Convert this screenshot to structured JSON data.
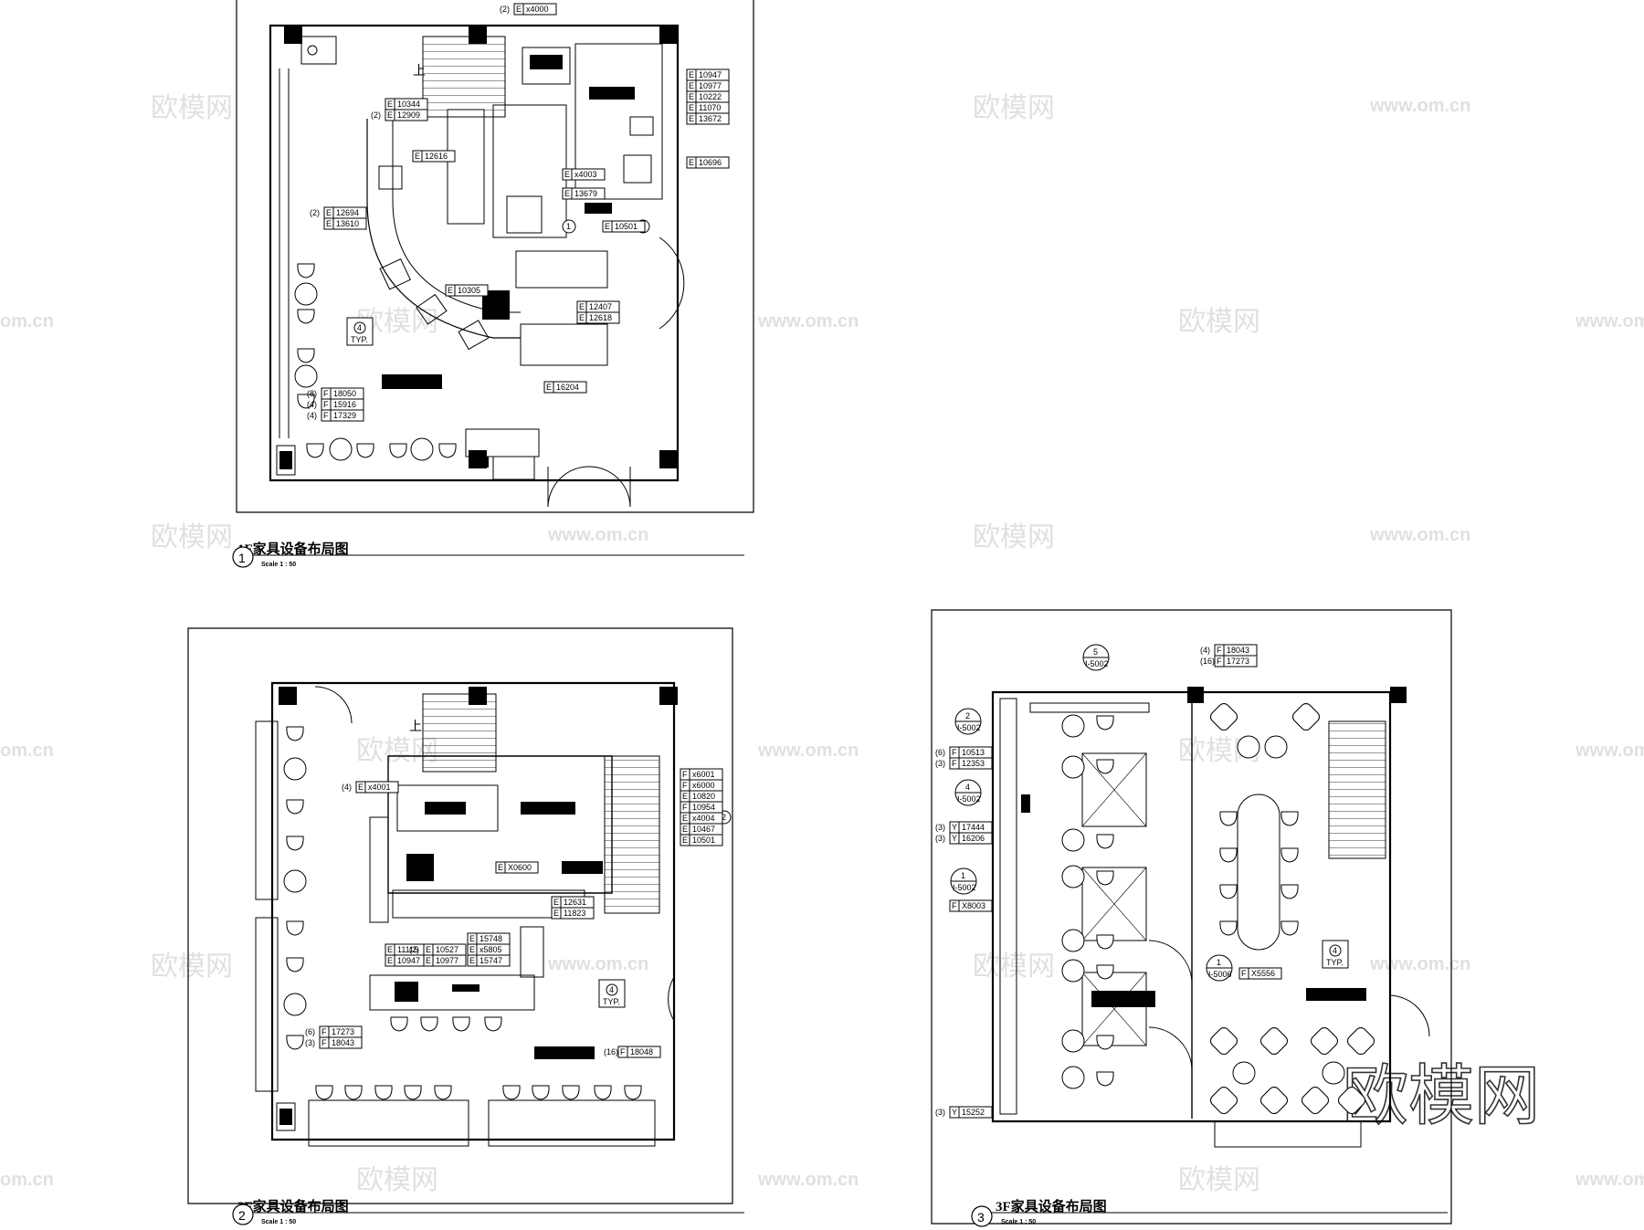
{
  "watermarks": {
    "cn": "欧模网",
    "url": "www.om.cn",
    "url_short": "om.cn",
    "brand": "欧模网"
  },
  "plans": [
    {
      "id": "plan1",
      "number": "1",
      "title": "1F家具设备布局图",
      "scale": "Scale 1 : 50",
      "stair_label": "上",
      "typ_ref": {
        "num": "4",
        "label": "TYP."
      },
      "tags": [
        {
          "prefix": "E",
          "code": "x4000",
          "qty": "(2)"
        },
        {
          "prefix": "E",
          "code": "10947",
          "qty": ""
        },
        {
          "prefix": "E",
          "code": "10977",
          "qty": ""
        },
        {
          "prefix": "E",
          "code": "10222",
          "qty": ""
        },
        {
          "prefix": "E",
          "code": "11070",
          "qty": ""
        },
        {
          "prefix": "E",
          "code": "13672",
          "qty": ""
        },
        {
          "prefix": "E",
          "code": "10344",
          "qty": ""
        },
        {
          "prefix": "E",
          "code": "12909",
          "qty": "(2)"
        },
        {
          "prefix": "E",
          "code": "12616",
          "qty": ""
        },
        {
          "prefix": "E",
          "code": "10696",
          "qty": ""
        },
        {
          "prefix": "E",
          "code": "x4003",
          "qty": ""
        },
        {
          "prefix": "E",
          "code": "13679",
          "qty": ""
        },
        {
          "prefix": "E",
          "code": "12694",
          "qty": "(2)"
        },
        {
          "prefix": "E",
          "code": "13610",
          "qty": ""
        },
        {
          "prefix": "E",
          "code": "10501",
          "qty": ""
        },
        {
          "prefix": "E",
          "code": "10305",
          "qty": ""
        },
        {
          "prefix": "E",
          "code": "12407",
          "qty": ""
        },
        {
          "prefix": "E",
          "code": "12618",
          "qty": ""
        },
        {
          "prefix": "E",
          "code": "16204",
          "qty": ""
        },
        {
          "prefix": "F",
          "code": "18050",
          "qty": "(8)"
        },
        {
          "prefix": "F",
          "code": "15916",
          "qty": "(4)"
        },
        {
          "prefix": "F",
          "code": "17329",
          "qty": "(4)"
        }
      ],
      "bubbles": [
        "1",
        "3"
      ]
    },
    {
      "id": "plan2",
      "number": "2",
      "title": "2F家具设备布局图",
      "scale": "Scale 1 : 50",
      "stair_label": "上",
      "typ_ref": {
        "num": "4",
        "label": "TYP."
      },
      "tags": [
        {
          "prefix": "F",
          "code": "x6001",
          "qty": ""
        },
        {
          "prefix": "F",
          "code": "x6000",
          "qty": ""
        },
        {
          "prefix": "E",
          "code": "10820",
          "qty": ""
        },
        {
          "prefix": "F",
          "code": "10954",
          "qty": ""
        },
        {
          "prefix": "E",
          "code": "x4004",
          "qty": ""
        },
        {
          "prefix": "E",
          "code": "10467",
          "qty": ""
        },
        {
          "prefix": "E",
          "code": "10501",
          "qty": ""
        },
        {
          "prefix": "E",
          "code": "x4001",
          "qty": "(4)"
        },
        {
          "prefix": "E",
          "code": "X0600",
          "qty": ""
        },
        {
          "prefix": "E",
          "code": "12631",
          "qty": ""
        },
        {
          "prefix": "E",
          "code": "11823",
          "qty": ""
        },
        {
          "prefix": "E",
          "code": "15748",
          "qty": ""
        },
        {
          "prefix": "E",
          "code": "x5805",
          "qty": ""
        },
        {
          "prefix": "E",
          "code": "15747",
          "qty": "(2)"
        },
        {
          "prefix": "E",
          "code": "11115",
          "qty": ""
        },
        {
          "prefix": "E",
          "code": "10527",
          "qty": "(2)"
        },
        {
          "prefix": "E",
          "code": "10947",
          "qty": ""
        },
        {
          "prefix": "E",
          "code": "10977",
          "qty": ""
        },
        {
          "prefix": "F",
          "code": "17273",
          "qty": "(6)"
        },
        {
          "prefix": "F",
          "code": "18043",
          "qty": "(3)"
        },
        {
          "prefix": "F",
          "code": "18048",
          "qty": "(16)"
        }
      ],
      "bubbles": [
        "2"
      ]
    },
    {
      "id": "plan3",
      "number": "3",
      "title": "3F家具设备布局图",
      "scale": "Scale 1 : 50",
      "typ_ref": {
        "num": "4",
        "label": "TYP."
      },
      "tags": [
        {
          "prefix": "F",
          "code": "18043",
          "qty": "(4)"
        },
        {
          "prefix": "F",
          "code": "17273",
          "qty": "(16)"
        },
        {
          "prefix": "F",
          "code": "10513",
          "qty": "(6)"
        },
        {
          "prefix": "F",
          "code": "12353",
          "qty": "(3)"
        },
        {
          "prefix": "Y",
          "code": "17444",
          "qty": "(3)"
        },
        {
          "prefix": "Y",
          "code": "16206",
          "qty": "(3)"
        },
        {
          "prefix": "F",
          "code": "X8003",
          "qty": ""
        },
        {
          "prefix": "F",
          "code": "X5556",
          "qty": ""
        },
        {
          "prefix": "Y",
          "code": "15252",
          "qty": "(3)"
        }
      ],
      "section_refs": [
        {
          "num": "5",
          "sheet": "I-5002"
        },
        {
          "num": "2",
          "sheet": "I-5002"
        },
        {
          "num": "4",
          "sheet": "I-5002"
        },
        {
          "num": "1",
          "sheet": "I-5002"
        },
        {
          "num": "1",
          "sheet": "I-5006"
        }
      ]
    }
  ]
}
